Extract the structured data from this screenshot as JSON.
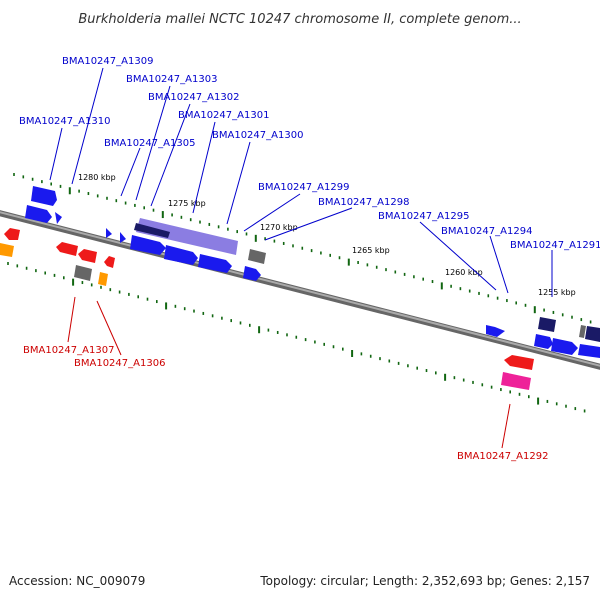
{
  "title": "Burkholderia mallei NCTC 10247 chromosome II, complete genom...",
  "footer": {
    "accession": "Accession: NC_009079",
    "summary": "Topology: circular; Length: 2,352,693 bp; Genes: 2,157"
  },
  "colors": {
    "forward_gene": "#1a1aee",
    "reverse_gene": "#ee1a1a",
    "dark_gene": "#1a1a66",
    "gray_gene": "#666666",
    "orange_gene": "#ff9900",
    "pink_gene": "#ee2299",
    "purple_region": "#7766dd",
    "tick": "#116611",
    "backbone": "#888888",
    "forward_label": "#0000cc",
    "reverse_label": "#cc0000"
  },
  "kbp_labels": [
    "1280 kbp",
    "1275 kbp",
    "1270 kbp",
    "1265 kbp",
    "1260 kbp",
    "1255 kbp"
  ],
  "forward_labels": [
    "BMA10247_A1309",
    "BMA10247_A1303",
    "BMA10247_A1302",
    "BMA10247_A1310",
    "BMA10247_A1301",
    "BMA10247_A1300",
    "BMA10247_A1305",
    "BMA10247_A1299",
    "BMA10247_A1298",
    "BMA10247_A1295",
    "BMA10247_A1294",
    "BMA10247_A1291"
  ],
  "reverse_labels": [
    "BMA10247_A1307",
    "BMA10247_A1306",
    "BMA10247_A1292"
  ]
}
